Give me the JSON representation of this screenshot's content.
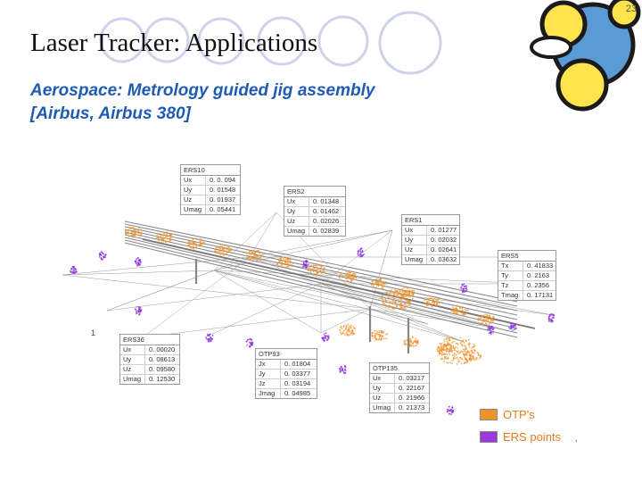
{
  "slide": {
    "page_number": "23",
    "title": "Laser Tracker: Applications",
    "subtitle_line1": "Aerospace: Metrology guided jig assembly",
    "subtitle_line2": "[Airbus, Airbus 380]"
  },
  "colors": {
    "title": "#111111",
    "subtitle": "#1f5bb5",
    "otp": "#f0922a",
    "ers": "#8a2be2",
    "legend_text": "#e87b1e",
    "deco_circle": "#cfd3ea"
  },
  "figure": {
    "misc_label_1": "1",
    "misc_label_2": ",",
    "boxes": [
      {
        "title": "ERS10",
        "rows": [
          {
            "k": "Ux",
            "v": "0. 0. 094"
          },
          {
            "k": "Uy",
            "v": "0. 01548"
          },
          {
            "k": "Uz",
            "v": "0. 01937"
          },
          {
            "k": "Umag",
            "v": "0. 05441"
          }
        ]
      },
      {
        "title": "ERS2",
        "rows": [
          {
            "k": "Ux",
            "v": "0. 01348"
          },
          {
            "k": "Uy",
            "v": "0. 01462"
          },
          {
            "k": "Uz",
            "v": "0. 02026"
          },
          {
            "k": "Umag",
            "v": "0. 02839"
          }
        ]
      },
      {
        "title": "ERS1",
        "rows": [
          {
            "k": "Ux",
            "v": "0. 01277"
          },
          {
            "k": "Uy",
            "v": "0. 02032"
          },
          {
            "k": "Uz",
            "v": "0. 02641"
          },
          {
            "k": "Umag",
            "v": "0. 03632"
          }
        ]
      },
      {
        "title": "ERS5",
        "rows": [
          {
            "k": "Tx",
            "v": "0. 41833"
          },
          {
            "k": "Ty",
            "v": "0. 2163"
          },
          {
            "k": "Tz",
            "v": "0. 2356"
          },
          {
            "k": "Tmag",
            "v": "0. 17131"
          }
        ]
      },
      {
        "title": "ERS36",
        "rows": [
          {
            "k": "Ux",
            "v": "0. 00020"
          },
          {
            "k": "Uy",
            "v": "0. 08613"
          },
          {
            "k": "Uz",
            "v": "0. 09580"
          },
          {
            "k": "Umag",
            "v": "0. 12530"
          }
        ]
      },
      {
        "title": "OTP93",
        "rows": [
          {
            "k": "Jx",
            "v": "0. 01804"
          },
          {
            "k": "Jy",
            "v": "0. 03377"
          },
          {
            "k": "Jz",
            "v": "0. 03194"
          },
          {
            "k": "Jmag",
            "v": "0. 04985"
          }
        ]
      },
      {
        "title": "OTP135",
        "rows": [
          {
            "k": "Ux",
            "v": "0. 03217"
          },
          {
            "k": "Uy",
            "v": "0. 22167"
          },
          {
            "k": "Uz",
            "v": "0. 21966"
          },
          {
            "k": "Umag",
            "v": "0. 21373"
          }
        ]
      }
    ]
  },
  "legend": {
    "otp_label": "OTP's",
    "ers_label": "ERS points"
  }
}
